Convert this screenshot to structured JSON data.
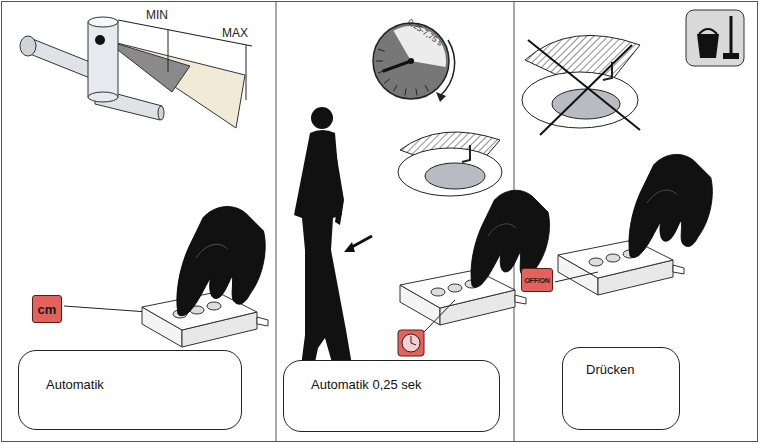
{
  "diagram": {
    "nodes": [
      {
        "text": [
          "cm"
        ]
      },
      {
        "text": [
          "Automatik"
        ]
      },
      {
        "text": [
          "0,25-7,75 s"
        ]
      },
      {
        "text": [
          "Automatik 0,25 sek"
        ]
      },
      {
        "text": [
          "OFF/ON"
        ]
      },
      {
        "text": [
          "Drücken"
        ]
      }
    ],
    "labels": [
      "MIN",
      "MAX"
    ]
  }
}
